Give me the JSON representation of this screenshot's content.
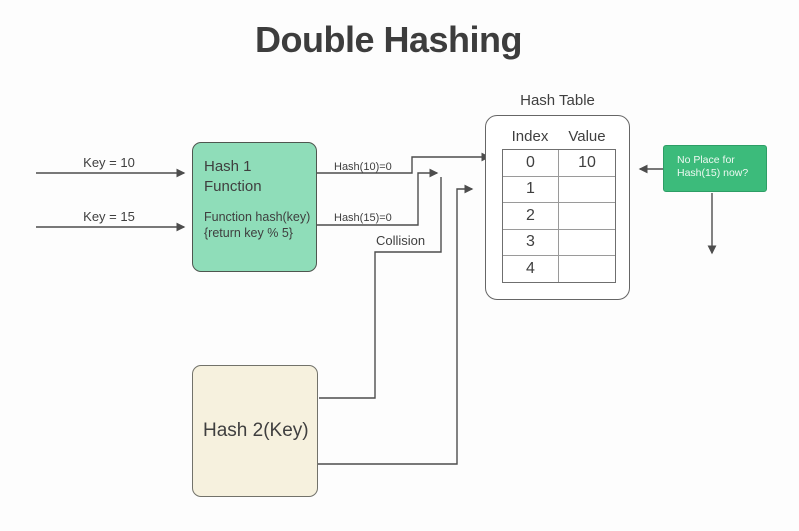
{
  "title": "Double Hashing",
  "inputs": {
    "key1": "Key = 10",
    "key2": "Key = 15"
  },
  "hash1_box": {
    "title_line1": "Hash 1",
    "title_line2": "Function",
    "body_line1": "Function hash(key)",
    "body_line2": "{return key % 5}"
  },
  "arrows": {
    "hash10": "Hash(10)=0",
    "hash15": "Hash(15)=0",
    "collision": "Collision"
  },
  "hash_table": {
    "title": "Hash Table",
    "headers": {
      "index": "Index",
      "value": "Value"
    },
    "rows": [
      {
        "index": "0",
        "value": "10"
      },
      {
        "index": "1",
        "value": ""
      },
      {
        "index": "2",
        "value": ""
      },
      {
        "index": "3",
        "value": ""
      },
      {
        "index": "4",
        "value": ""
      }
    ]
  },
  "hash2_box": {
    "label": "Hash 2(Key)"
  },
  "note_box": {
    "line1": "No Place for",
    "line2": "Hash(15) now?"
  },
  "colors": {
    "hash1_fill": "#8FDDB9",
    "hash2_fill": "#F6F1DE",
    "note_fill": "#3CBB7B",
    "line": "#4D4D4D",
    "text": "#3F3F3F",
    "note_text": "#EEF9F2"
  }
}
